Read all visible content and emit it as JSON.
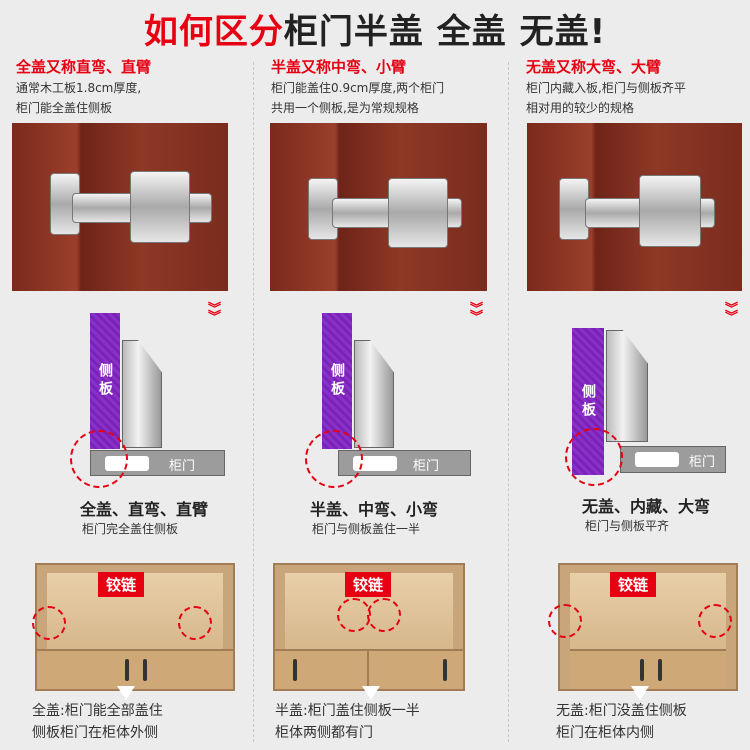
{
  "title": {
    "red": "如何区分",
    "dark": "柜门半盖 全盖 无盖!"
  },
  "columns": [
    {
      "heading": "全盖又称直弯、直臂",
      "desc1": "通常木工板1.8cm厚度,",
      "desc2": "柜门能全盖住侧板",
      "side_label": "侧板",
      "door_label": "柜门",
      "cap1": "全盖、直弯、直臂",
      "cap2": "柜门完全盖住侧板",
      "hinge_tag": "铰链",
      "bottom1": "全盖:柜门能全部盖住",
      "bottom2": "侧板柜门在柜体外侧"
    },
    {
      "heading": "半盖又称中弯、小臂",
      "desc1": "柜门能盖住0.9cm厚度,两个柜门",
      "desc2": "共用一个侧板,是为常规规格",
      "side_label": "侧板",
      "door_label": "柜门",
      "cap1": "半盖、中弯、小弯",
      "cap2": "柜门与侧板盖住一半",
      "hinge_tag": "铰链",
      "bottom1": "半盖:柜门盖住侧板一半",
      "bottom2": "柜体两侧都有门"
    },
    {
      "heading": "无盖又称大弯、大臂",
      "desc1": "柜门内藏入板,柜门与侧板齐平",
      "desc2": "相对用的较少的规格",
      "side_label": "侧板",
      "door_label": "柜门",
      "cap1": "无盖、内藏、大弯",
      "cap2": "柜门与侧板平齐",
      "hinge_tag": "铰链",
      "bottom1": "无盖:柜门没盖住侧板",
      "bottom2": "柜门在柜体内侧"
    }
  ],
  "colors": {
    "accent": "#e60012",
    "side_panel": "#8b2fc9"
  }
}
